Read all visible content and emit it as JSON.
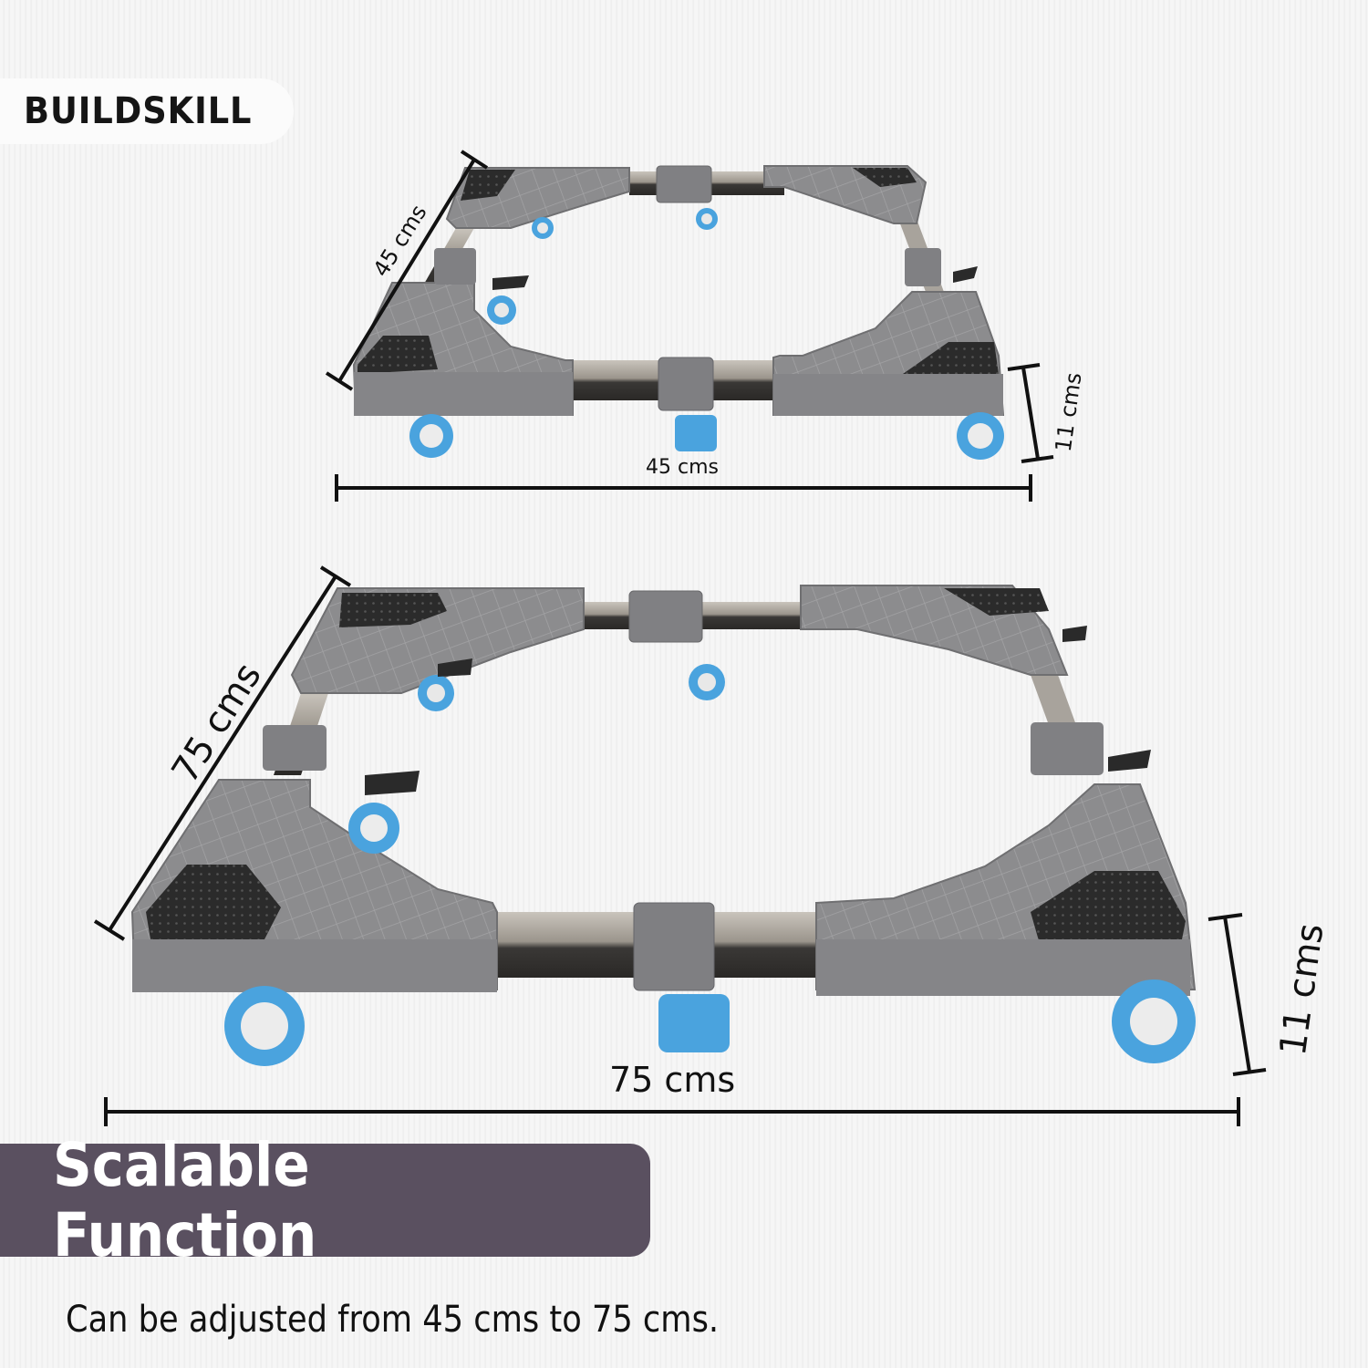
{
  "brand": {
    "name": "BUILDSKILL"
  },
  "product_views": [
    {
      "id": "compact",
      "dimensions": {
        "depth": "45 cms",
        "width": "45 cms",
        "height": "11 cms"
      }
    },
    {
      "id": "expanded",
      "dimensions": {
        "depth": "75 cms",
        "width": "75 cms",
        "height": "11 cms"
      }
    }
  ],
  "feature": {
    "title": "Scalable Function",
    "description": "Can be adjusted from 45 cms to 75 cms."
  },
  "colors": {
    "banner": "#5a5060",
    "frame_gray": "#8a8a8c",
    "rubber_pad": "#2a2a2a",
    "wheel_blue": "#4aa3de",
    "steel": "#a8a39c",
    "text": "#111111"
  },
  "icons": [
    "caster-wheel-icon",
    "brake-lever-icon",
    "rubber-pad-icon"
  ]
}
